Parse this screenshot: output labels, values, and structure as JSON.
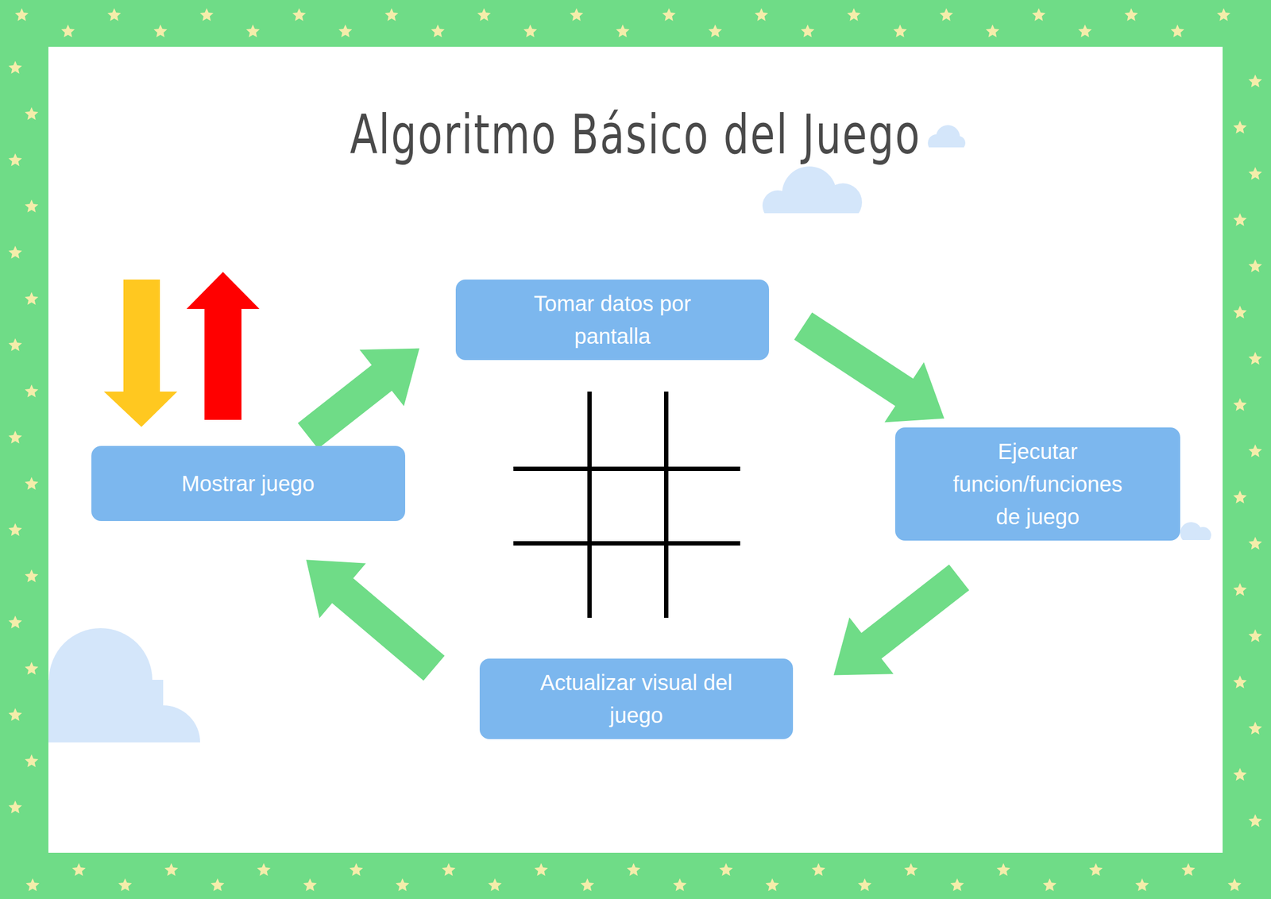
{
  "diagram": {
    "title": "Algoritmo Básico del Juego",
    "nodes": [
      {
        "text": [
          "Mostrar juego"
        ]
      },
      {
        "text": [
          "Tomar datos por pantalla"
        ]
      },
      {
        "text": [
          "Ejecutar funcion/funciones de juego"
        ]
      },
      {
        "text": [
          "Actualizar visual del juego"
        ]
      }
    ],
    "edges": [
      {
        "from": 0,
        "to": 1,
        "arrow": "to"
      },
      {
        "from": 1,
        "to": 2,
        "arrow": "to"
      },
      {
        "from": 2,
        "to": 3,
        "arrow": "to"
      },
      {
        "from": 3,
        "to": 0,
        "arrow": "to"
      }
    ]
  }
}
